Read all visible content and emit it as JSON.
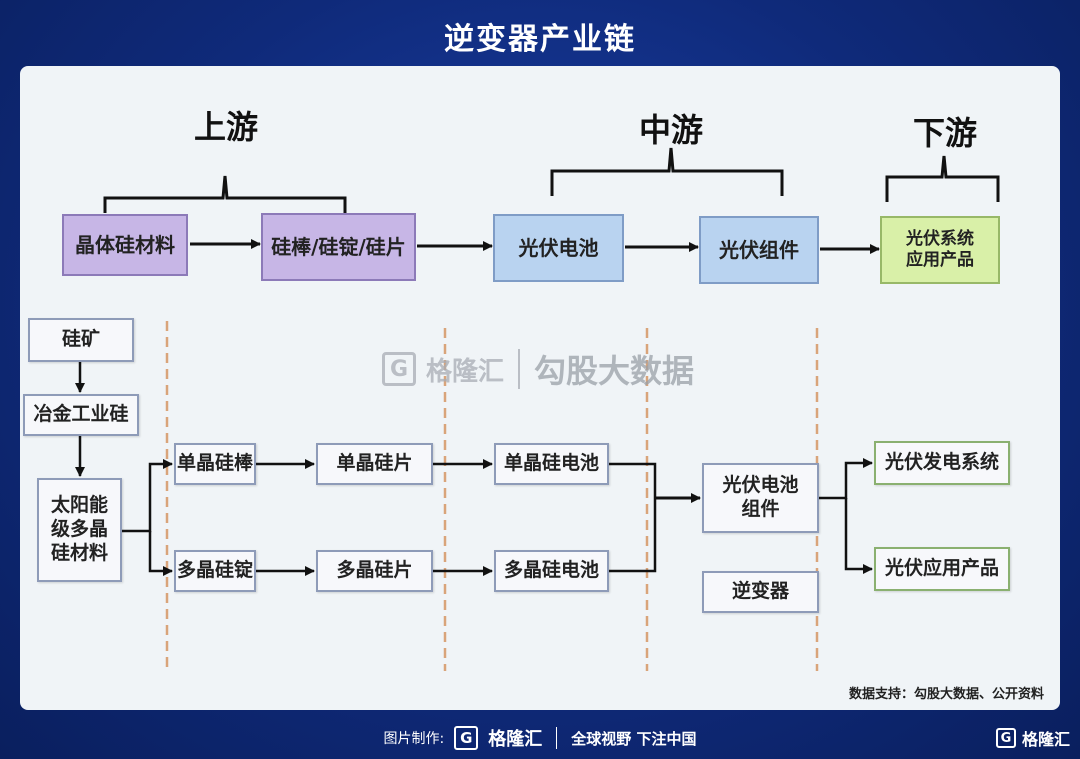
{
  "title": "逆变器产业链",
  "stages": {
    "upstream": "上游",
    "midstream": "中游",
    "downstream": "下游"
  },
  "top_chain": {
    "crystal_silicon": "晶体硅材料",
    "rod_ingot_wafer": "硅棒/硅锭/硅片",
    "pv_cell": "光伏电池",
    "pv_module": "光伏组件",
    "pv_system_line1": "光伏系统",
    "pv_system_line2": "应用产品"
  },
  "detail_chain": {
    "silicon_ore": "硅矿",
    "metallurgical_silicon": "冶金工业硅",
    "solar_grade_line1": "太阳能",
    "solar_grade_line2": "级多晶",
    "solar_grade_line3": "硅材料",
    "mono_rod": "单晶硅棒",
    "mono_wafer": "单晶硅片",
    "mono_cell": "单晶硅电池",
    "poly_ingot": "多晶硅锭",
    "poly_wafer": "多晶硅片",
    "poly_cell": "多晶硅电池",
    "module_line1": "光伏电池",
    "module_line2": "组件",
    "inverter": "逆变器",
    "power_system": "光伏发电系统",
    "application_product": "光伏应用产品"
  },
  "watermark": {
    "logo_letter": "G",
    "brand": "格隆汇",
    "text": "勾股大数据"
  },
  "source": "数据支持：勾股大数据、公开资料",
  "footer": {
    "label": "图片制作:",
    "logo_letter": "G",
    "brand": "格隆汇",
    "slogan": "全球视野 下注中国"
  },
  "corner": {
    "logo_letter": "G",
    "brand": "格隆汇"
  },
  "colors": {
    "background": "#0f2a7a",
    "panel": "#f0f4f7",
    "purple_box": "#c7b6e6",
    "blue_box": "#b9d3f0",
    "green_box": "#d9f0a8",
    "dashed_divider": "#d9a47a"
  }
}
